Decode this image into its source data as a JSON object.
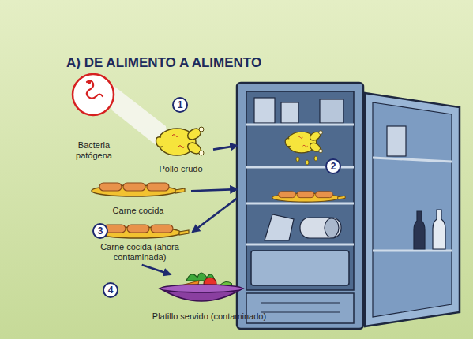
{
  "diagram": {
    "title": "A) DE ALIMENTO A ALIMENTO",
    "nodes": [
      {
        "text": [
          "Bacteria patógena"
        ]
      },
      {
        "text": [
          "Pollo crudo"
        ]
      },
      {
        "text": [
          "Carne cocida"
        ]
      },
      {
        "text": [
          "2"
        ]
      },
      {
        "text": [
          "Carne cocida (ahora contaminada)"
        ]
      },
      {
        "text": [
          "Platillo servido (contaminado)"
        ]
      }
    ],
    "edges": [
      {
        "from": 1,
        "to": 3,
        "arrow": "to"
      },
      {
        "from": 2,
        "to": 3,
        "arrow": "to"
      },
      {
        "from": 3,
        "to": 4,
        "arrow": "to"
      },
      {
        "from": 4,
        "to": 5,
        "arrow": "to"
      }
    ],
    "labels": [
      "1",
      "3",
      "4"
    ]
  }
}
